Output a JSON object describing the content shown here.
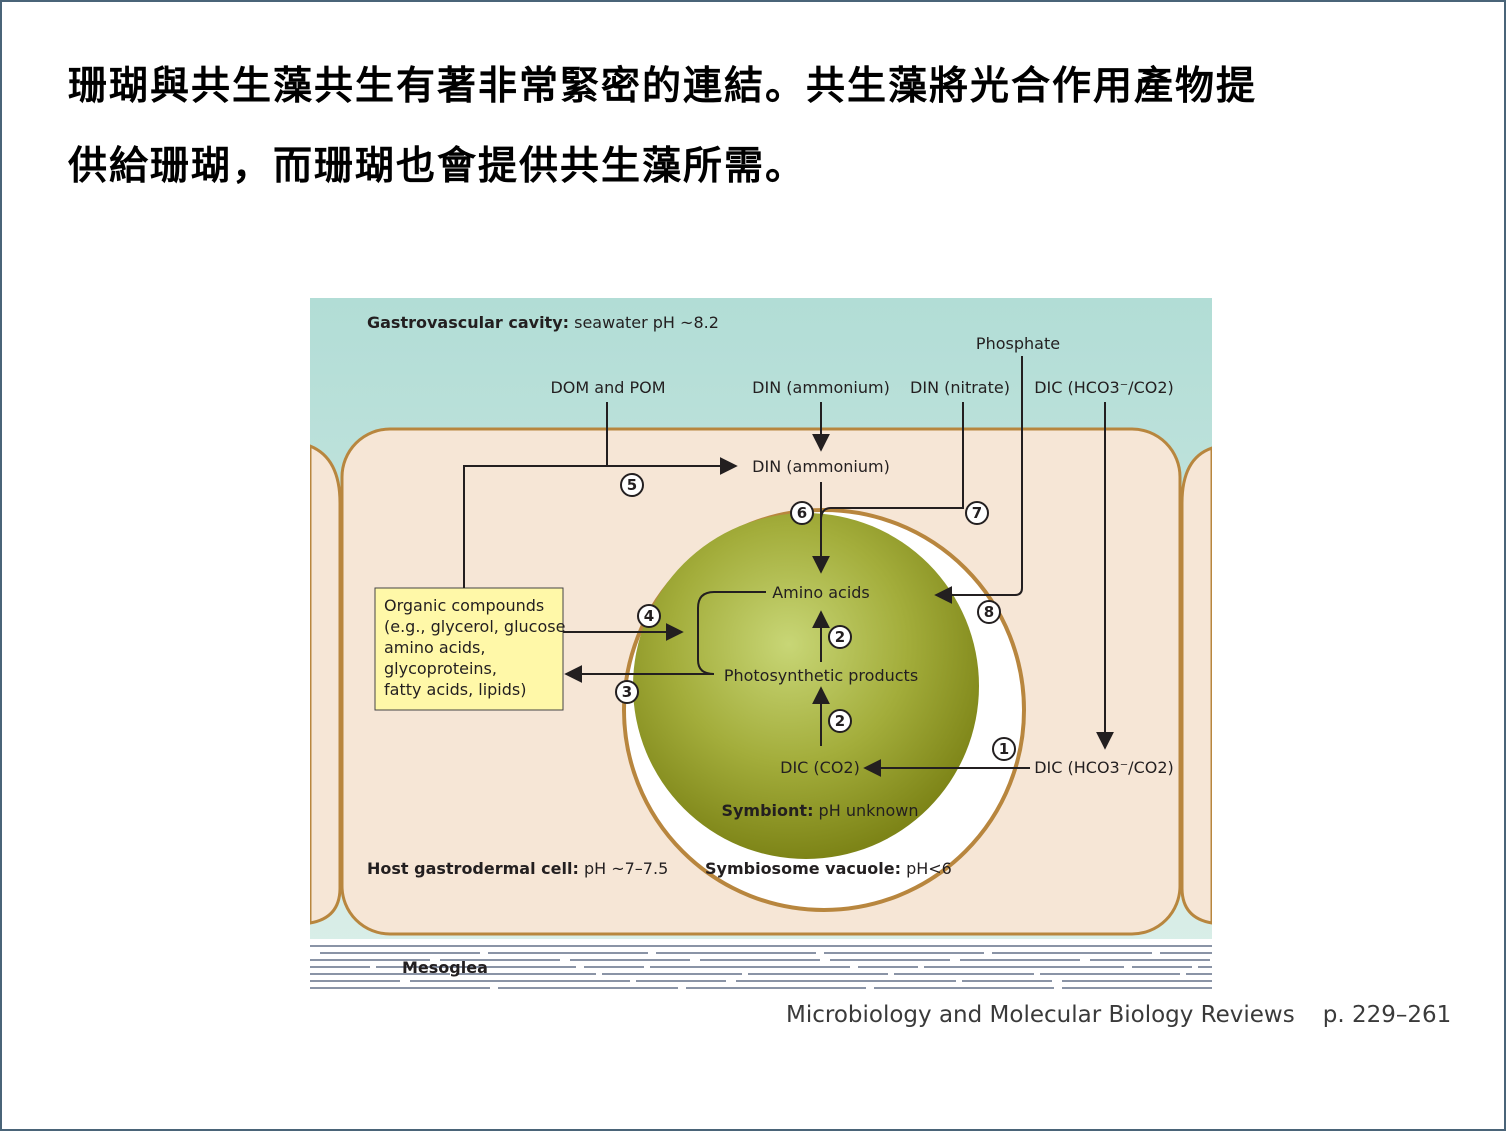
{
  "headline": {
    "line1": "珊瑚與共生藻共生有著非常緊密的連結。共生藻將光合作用產物提",
    "line2": "供給珊瑚，而珊瑚也會提供共生藻所需。"
  },
  "diagram": {
    "cavity_label_bold": "Gastrovascular cavity:",
    "cavity_label_rest": " seawater pH ~8.2",
    "phosphate": "Phosphate",
    "dom_pom": "DOM and POM",
    "din_ammonium_top": "DIN (ammonium)",
    "din_nitrate": "DIN (nitrate)",
    "dic_top": "DIC (HCO3⁻/CO2)",
    "din_ammonium_cell": "DIN (ammonium)",
    "amino_acids": "Amino acids",
    "photosynthetic_products": "Photosynthetic products",
    "dic_co2": "DIC (CO2)",
    "dic_right": "DIC (HCO3⁻/CO2)",
    "organic_compounds": [
      "Organic compounds",
      "(e.g., glycerol, glucose",
      "amino acids,",
      "glycoproteins,",
      "fatty acids, lipids)"
    ],
    "symbiont_bold": "Symbiont:",
    "symbiont_rest": " pH unknown",
    "host_bold": "Host gastrodermal cell:",
    "host_rest": " pH ~7–7.5",
    "vacuole_bold": "Symbiosome vacuole:",
    "vacuole_rest": " pH<6",
    "mesoglea": "Mesoglea",
    "markers": [
      "1",
      "2",
      "2",
      "3",
      "4",
      "5",
      "6",
      "7",
      "8"
    ]
  },
  "citation": {
    "journal": "Microbiology and Molecular Biology Reviews",
    "pages": "p. 229–261"
  },
  "colors": {
    "cavity_top": "#b2ddd6",
    "cavity_bottom": "#dcefe9",
    "cell_fill": "#f6e6d6",
    "cell_border": "#b8863e",
    "symbiont_center": "#c8d676",
    "symbiont_edge": "#7d8417",
    "organic_box": "#fff8a8",
    "mesoglea_lines": "#8a94a6",
    "frame": "#4a6478"
  }
}
